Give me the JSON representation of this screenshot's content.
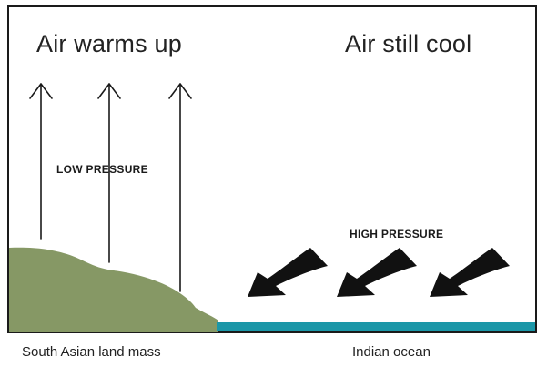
{
  "land_side": {
    "heading": "Air warms up",
    "pressure_label": "LOW PRESSURE",
    "caption": "South Asian land mass",
    "land_color": "#869865"
  },
  "ocean_side": {
    "heading": "Air still cool",
    "pressure_label": "HIGH PRESSURE",
    "caption": "Indian ocean",
    "ocean_color": "#1b97a8"
  },
  "icons": {
    "rising_air": "up-arrow-icon",
    "sinking_air": "curved-down-left-arrow-icon"
  }
}
